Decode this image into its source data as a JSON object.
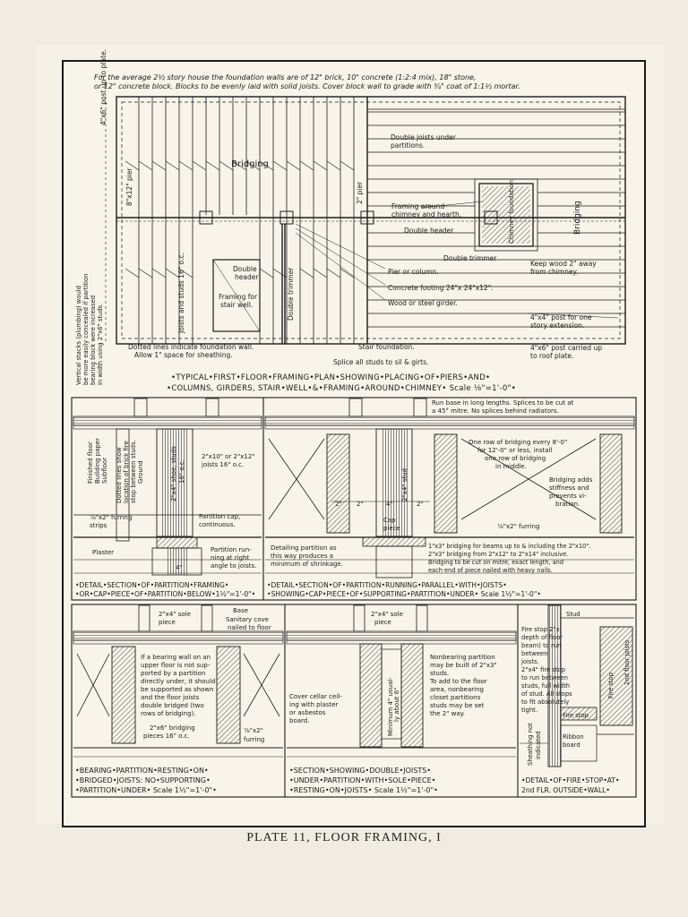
{
  "plate_caption": "PLATE 11, FLOOR FRAMING, I",
  "top_note": {
    "line1": "For the average 2½ story house the foundation walls are of 12\" brick, 10\" concrete (1:2:4 mix), 18\" stone,",
    "line2": "or 12\" concrete block. Blocks to be evenly laid with solid joists. Cover block wall to grade with ¾\" coat of 1:1½ mortar."
  },
  "plan": {
    "labels": {
      "post_to_plate": "4\"x6\" post up to plate.",
      "pier_8x12": "8\"x12\" pier",
      "bridging": "Bridging",
      "double_joists": "Double joists under",
      "double_joists2": "partitions.",
      "framing_chimney": "Framing around",
      "framing_chimney2": "chimney and hearth.",
      "double_header_r": "Double header",
      "chimney_foundation": "Chimney foundation",
      "bridging_r": "Bridging",
      "pier_2": "2\" pier",
      "double_trimmer_r": "Double trimmer",
      "keep_wood": "Keep wood 2\" away",
      "keep_wood2": "from chimney.",
      "pier_or_column": "Pier or column.",
      "concrete_footing": "Concrete footing 24\"x 24\"x12\".",
      "wood_girder": "Wood or steel girder.",
      "post_one_story": "4\"x4\" post for one",
      "post_one_story2": "story extension.",
      "post_roof": "4\"x6\" post carried up",
      "post_roof2": "to roof plate.",
      "joists_studs": "Joists and studs 16\" o.c.",
      "double_header": "Double",
      "double_header2": "header",
      "framing_stairwell": "Framing for",
      "framing_stairwell2": "stair well.",
      "double_trimmer": "Double trimmer",
      "vertical_stacks": "Vertical stacks (plumbing) would",
      "vertical_stacks2": "be more easily concealed if partition",
      "vertical_stacks3": "bearing block were increased",
      "vertical_stacks4": "in width using 2\"x6\" studs.",
      "dotted_lines": "Dotted lines indicate foundation wall.",
      "dotted_lines2": "Allow 1\" space for sheathing.",
      "stair_foundation": "Stair foundation.",
      "splice_studs": "Splice all studs to sil & girts."
    },
    "title1": "•TYPICAL•FIRST•FLOOR•FRAMING•PLAN•SHOWING•PLACING•OF•PIERS•AND•",
    "title2": "•COLUMNS, GIRDERS, STAIR•WELL•&•FRAMING•AROUND•CHIMNEY• Scale ⅛\"=1'-0\"•"
  },
  "detail_left": {
    "finished_floor": "Finished floor",
    "building_paper": "Building paper",
    "subfloor": "Subfloor",
    "dotted_lines": "Dotted lines show",
    "dotted_lines2": "location of brick fire",
    "dotted_lines3": "stop between studs.",
    "ground": "Ground",
    "plaster": "Plaster",
    "furring": "⅞\"x2\" furring",
    "furring2": "strips",
    "studs": "2\"x4\" shoe, studs",
    "studs2": "16\" o.c.",
    "joists": "2\"x10\" or 2\"x12\"",
    "joists2": "joists 16\" o.c.",
    "partition_cap": "Partition cap,",
    "partition_cap2": "continuous.",
    "partition_run": "Partition run-",
    "partition_run2": "ning at right",
    "partition_run3": "angle to joists.",
    "dim_4": "4\"",
    "title1": "•DETAIL•SECTION•OF•PARTITION•FRAMING•",
    "title2": "•OR•CAP•PIECE•OF•PARTITION•BELOW•1½\"=1'-0\"•"
  },
  "detail_right": {
    "run_base": "Run base in long lengths. Splices to be cut at",
    "run_base2": "a 45° mitre. No splices behind radiators.",
    "row_bridging": "One row of bridging every 8'-0\"",
    "row_bridging2": "for 12'-0\" or less, install",
    "row_bridging3": "one row of bridging",
    "row_bridging4": "in middle.",
    "bridging_adds": "Bridging adds",
    "bridging_adds2": "stiffness and",
    "bridging_adds3": "prevents vi-",
    "bridging_adds4": "bration.",
    "stud_2x4": "2\"x4\" stud",
    "dim_2a": "2\"",
    "dim_2b": "2\"",
    "dim_4": "4\"",
    "dim_2c": "2\"",
    "cap": "Cap",
    "cap2": "piece",
    "furring": "⅞\"x2\" furring",
    "detailing": "Detailing partition as",
    "detailing2": "this way produces a",
    "detailing3": "minimum of shrinkage.",
    "bridging_beams": "1\"x3\" bridging for beams up to & including the 2\"x10\".",
    "bridging_beams2": "2\"x3\" bridging from 2\"x12\" to 2\"x14\" inclusive.",
    "bridging_beams3": "Bridging to be cut on mitre, exact length, and",
    "bridging_beams4": "each end of piece nailed with heavy nails.",
    "title1": "•DETAIL•SECTION•OF•PARTITION•RUNNING•PARALLEL•WITH•JOISTS•",
    "title2": "•SHOWING•CAP•PIECE•OF•SUPPORTING•PARTITION•UNDER• Scale 1½\"=1'-0\"•"
  },
  "bottom1": {
    "sole_piece": "2\"x4\" sole",
    "sole_piece2": "piece",
    "base": "Base",
    "sanitary": "Sanitary cove",
    "sanitary2": "nailed to floor",
    "bearing_note": "If a bearing wall on an",
    "bearing_note2": "upper floor is not sup-",
    "bearing_note3": "ported by a partition",
    "bearing_note4": "directly under, it should",
    "bearing_note5": "be supported as shown",
    "bearing_note6": "and the floor joists",
    "bearing_note7": "double bridged (two",
    "bearing_note8": "rows of bridging).",
    "bridging_pieces": "2\"x6\" bridging",
    "bridging_pieces2": "pieces 16\" o.c.",
    "furring": "⅞\"x2\"",
    "furring2": "furring",
    "title1": "•BEARING•PARTITION•RESTING•ON•",
    "title2": "•BRIDGED•JOISTS: NO•SUPPORTING•",
    "title3": "•PARTITION•UNDER• Scale 1½\"=1'-0\"•"
  },
  "bottom2": {
    "sole_piece": "2\"x4\" sole",
    "sole_piece2": "piece",
    "cover_cellar": "Cover cellar ceil-",
    "cover_cellar2": "ing with plaster",
    "cover_cellar3": "or asbestos",
    "cover_cellar4": "board.",
    "nonbearing": "Nonbearing partition",
    "nonbearing2": "may be built of 2\"x3\"",
    "nonbearing3": "studs.",
    "nonbearing4": "To add to the floor",
    "nonbearing5": "area, nonbearing",
    "nonbearing6": "closet partitions",
    "nonbearing7": "studs may be set",
    "nonbearing8": "the 2\" way.",
    "minimum": "Minimum 4\" usual-",
    "minimum2": "ly about 6\"",
    "title1": "•SECTION•SHOWING•DOUBLE•JOISTS•",
    "title2": "•UNDER•PARTITION•WITH•SOLE•PIECE•",
    "title3": "•RESTING•ON•JOISTS• Scale 1½\"=1'-0\"•"
  },
  "bottom3": {
    "stud": "Stud",
    "firestop": "Fire stop 2\"x",
    "firestop2": "depth of floor",
    "firestop3": "beam) to run",
    "firestop4": "between",
    "firestop5": "joists.",
    "firestop6": "2\"x4\" fire stop",
    "firestop7": "to run between",
    "firestop8": "studs, full width",
    "firestop9": "of stud. All stops",
    "firestop10": "to fit absolutely",
    "firestop11": "tight.",
    "fire_stop_v": "Fire stop",
    "floor_joists": "2nd floor joists",
    "fire_stop": "Fire stop",
    "ribbon": "Ribbon",
    "ribbon2": "board",
    "sheathing": "Sheathing not",
    "sheathing2": "indicated",
    "title1": "•DETAIL•OF•FIRE•STOP•AT•",
    "title2": "2nd FLR. OUTSIDE•WALL•"
  }
}
